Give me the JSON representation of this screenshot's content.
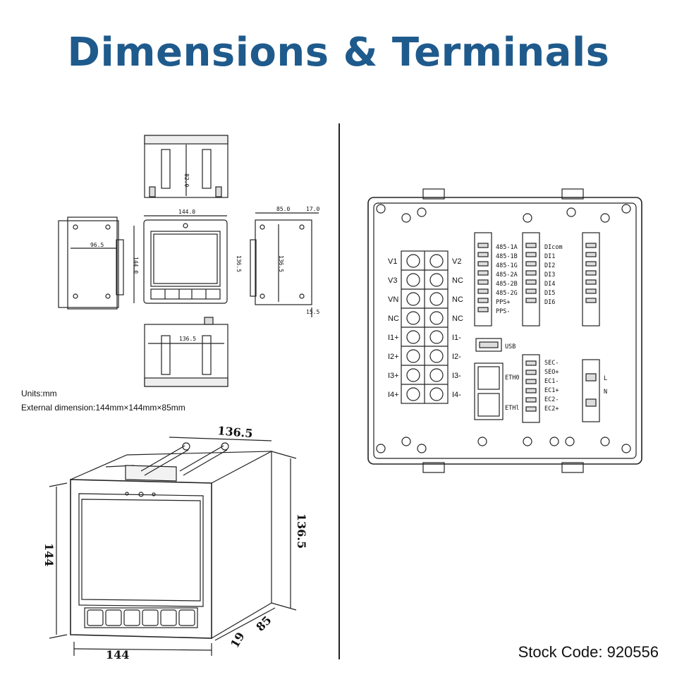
{
  "title": "Dimensions & Terminals",
  "units": "Units:mm",
  "external_dimension": "External dimension:144mm×144mm×85mm",
  "stock_code": "Stock Code: 920556",
  "dims": {
    "top_depth": "82.0",
    "front_width": "144.0",
    "front_height": "144.0",
    "side_depth": "85.0",
    "side_panel": "17.0",
    "side_height": "136.5",
    "side_height2": "136.5",
    "bottom_width": "136.5",
    "rear_depth": "96.5",
    "panel_thick": "15.5",
    "iso_width": "136.5",
    "iso_height": "136.5",
    "iso_front_h": "144",
    "iso_front_w": "144",
    "iso_depth": "85",
    "iso_bezel": "19"
  },
  "terminals": {
    "left_labels": [
      "V1",
      "V3",
      "VN",
      "NC",
      "I1+",
      "I2+",
      "I3+",
      "I4+"
    ],
    "right_labels": [
      "V2",
      "NC",
      "NC",
      "NC",
      "I1-",
      "I2-",
      "I3-",
      "I4-"
    ],
    "rs485_labels": [
      "485-1A",
      "485-1B",
      "485-1G",
      "485-2A",
      "485-2B",
      "485-2G",
      "PPS+",
      "PPS-"
    ],
    "di_labels": [
      "DIcom",
      "DI1",
      "DI2",
      "DI3",
      "DI4",
      "DI5",
      "DI6"
    ],
    "usb": "USB",
    "eth0": "ETH0",
    "eth1": "ETHl",
    "ec_labels": [
      "SEC-",
      "SEO+",
      "EC1-",
      "EC1+",
      "EC2-",
      "EC2+"
    ],
    "power_labels": [
      "L",
      "N"
    ]
  }
}
